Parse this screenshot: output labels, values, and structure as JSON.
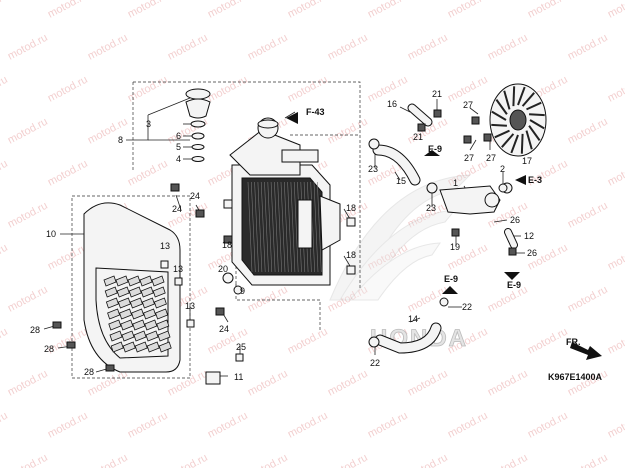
{
  "diagram": {
    "code": "K967E1400A",
    "watermark": "motod.ru",
    "brand": "HONDA",
    "fr_label": "FR.",
    "refs": {
      "f43": "F-43",
      "e9a": "E-9",
      "e3": "E-3",
      "e9b": "E-9",
      "e9c": "E-9"
    },
    "callouts": {
      "c1": "1",
      "c2": "2",
      "c3": "3",
      "c4": "4",
      "c5": "5",
      "c6": "6",
      "c8": "8",
      "c9": "9",
      "c10": "10",
      "c11": "11",
      "c12": "12",
      "c13a": "13",
      "c13b": "13",
      "c13c": "13",
      "c14": "14",
      "c15": "15",
      "c16": "16",
      "c17": "17",
      "c18a": "18",
      "c18b": "18",
      "c18c": "18",
      "c19": "19",
      "c20": "20",
      "c21a": "21",
      "c21b": "21",
      "c22a": "22",
      "c22b": "22",
      "c23a": "23",
      "c23b": "23",
      "c24a": "24",
      "c24b": "24",
      "c24c": "24",
      "c25": "25",
      "c26a": "26",
      "c26b": "26",
      "c27a": "27",
      "c27b": "27",
      "c27c": "27",
      "c28a": "28",
      "c28b": "28",
      "c28c": "28"
    }
  }
}
